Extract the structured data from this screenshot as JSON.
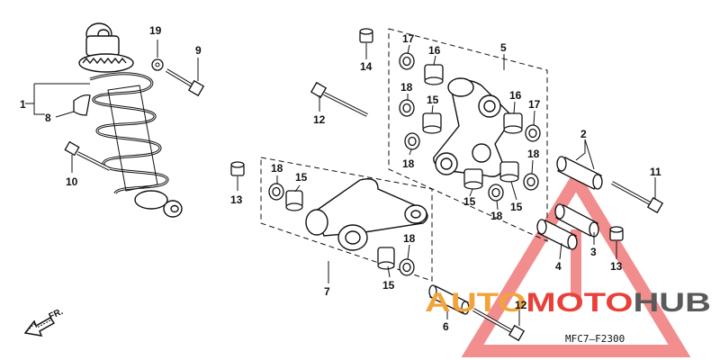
{
  "diagram": {
    "code": "MFC7—F2300",
    "direction": "FR.",
    "labels": {
      "l1": "1",
      "l8": "8",
      "l10": "10",
      "l19": "19",
      "l9": "9",
      "l14": "14",
      "l12a": "12",
      "l13a": "13",
      "l7": "7",
      "l18a": "18",
      "l15a": "15",
      "l18b": "18",
      "l15b": "15",
      "l5": "5",
      "l17a": "17",
      "l16a": "16",
      "l18c": "18",
      "l15c": "15",
      "l18d": "18",
      "l16b": "16",
      "l17b": "17",
      "l18e": "18",
      "l15d": "15",
      "l18f": "18",
      "l15e": "15",
      "l2": "2",
      "l11": "11",
      "l3": "3",
      "l4": "4",
      "l13b": "13",
      "l6": "6",
      "l12b": "12"
    }
  },
  "watermark": {
    "part1": "AUTO",
    "part2": "MOTO",
    "part3": "HUB",
    "colors": {
      "orange": "#f2a33a",
      "red": "#e8413a",
      "gray": "#5a5a5a"
    }
  }
}
